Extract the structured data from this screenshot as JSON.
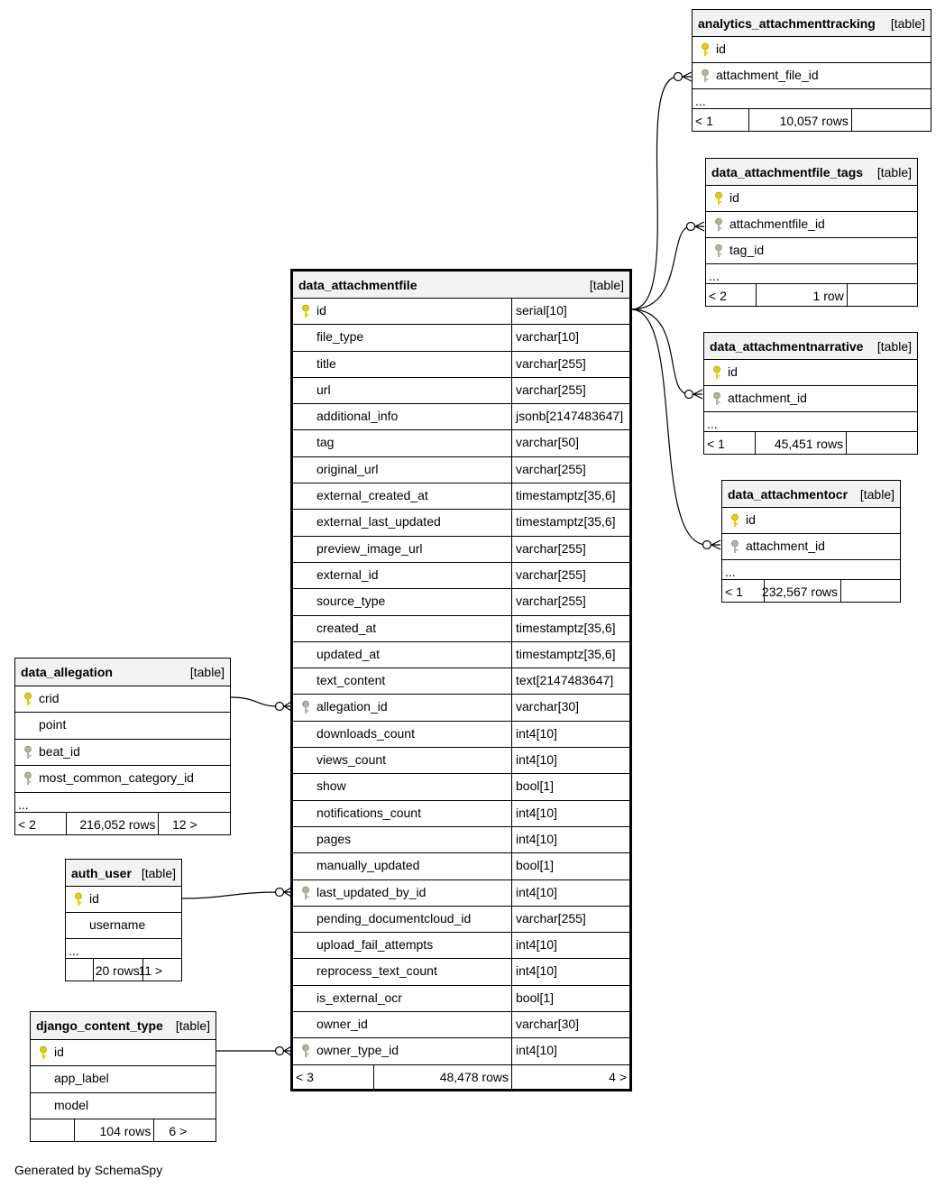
{
  "footer_text": "Generated by SchemaSpy",
  "key_colors": {
    "primary": "#e6cf00",
    "foreign": "#b0b0b0"
  },
  "main_table": {
    "name": "data_attachmentfile",
    "kind": "[table]",
    "columns": [
      {
        "name": "id",
        "type": "serial[10]",
        "key": "primary"
      },
      {
        "name": "file_type",
        "type": "varchar[10]",
        "key": ""
      },
      {
        "name": "title",
        "type": "varchar[255]",
        "key": ""
      },
      {
        "name": "url",
        "type": "varchar[255]",
        "key": ""
      },
      {
        "name": "additional_info",
        "type": "jsonb[2147483647]",
        "key": ""
      },
      {
        "name": "tag",
        "type": "varchar[50]",
        "key": ""
      },
      {
        "name": "original_url",
        "type": "varchar[255]",
        "key": ""
      },
      {
        "name": "external_created_at",
        "type": "timestamptz[35,6]",
        "key": ""
      },
      {
        "name": "external_last_updated",
        "type": "timestamptz[35,6]",
        "key": ""
      },
      {
        "name": "preview_image_url",
        "type": "varchar[255]",
        "key": ""
      },
      {
        "name": "external_id",
        "type": "varchar[255]",
        "key": ""
      },
      {
        "name": "source_type",
        "type": "varchar[255]",
        "key": ""
      },
      {
        "name": "created_at",
        "type": "timestamptz[35,6]",
        "key": ""
      },
      {
        "name": "updated_at",
        "type": "timestamptz[35,6]",
        "key": ""
      },
      {
        "name": "text_content",
        "type": "text[2147483647]",
        "key": ""
      },
      {
        "name": "allegation_id",
        "type": "varchar[30]",
        "key": "foreign"
      },
      {
        "name": "downloads_count",
        "type": "int4[10]",
        "key": ""
      },
      {
        "name": "views_count",
        "type": "int4[10]",
        "key": ""
      },
      {
        "name": "show",
        "type": "bool[1]",
        "key": ""
      },
      {
        "name": "notifications_count",
        "type": "int4[10]",
        "key": ""
      },
      {
        "name": "pages",
        "type": "int4[10]",
        "key": ""
      },
      {
        "name": "manually_updated",
        "type": "bool[1]",
        "key": ""
      },
      {
        "name": "last_updated_by_id",
        "type": "int4[10]",
        "key": "foreign"
      },
      {
        "name": "pending_documentcloud_id",
        "type": "varchar[255]",
        "key": ""
      },
      {
        "name": "upload_fail_attempts",
        "type": "int4[10]",
        "key": ""
      },
      {
        "name": "reprocess_text_count",
        "type": "int4[10]",
        "key": ""
      },
      {
        "name": "is_external_ocr",
        "type": "bool[1]",
        "key": ""
      },
      {
        "name": "owner_id",
        "type": "varchar[30]",
        "key": ""
      },
      {
        "name": "owner_type_id",
        "type": "int4[10]",
        "key": "foreign"
      }
    ],
    "footer": {
      "parents": "< 3",
      "rows": "48,478 rows",
      "children": "4 >"
    }
  },
  "tables": {
    "analytics": {
      "name": "analytics_attachmenttracking",
      "kind": "[table]",
      "columns": [
        {
          "name": "id",
          "key": "primary"
        },
        {
          "name": "attachment_file_id",
          "key": "foreign"
        }
      ],
      "ellipsis": "...",
      "footer": {
        "parents": "< 1",
        "rows": "10,057 rows",
        "children": ""
      }
    },
    "tags": {
      "name": "data_attachmentfile_tags",
      "kind": "[table]",
      "columns": [
        {
          "name": "id",
          "key": "primary"
        },
        {
          "name": "attachmentfile_id",
          "key": "foreign"
        },
        {
          "name": "tag_id",
          "key": "foreign"
        }
      ],
      "ellipsis": "...",
      "footer": {
        "parents": "< 2",
        "rows": "1 row",
        "children": ""
      }
    },
    "narrative": {
      "name": "data_attachmentnarrative",
      "kind": "[table]",
      "columns": [
        {
          "name": "id",
          "key": "primary"
        },
        {
          "name": "attachment_id",
          "key": "foreign"
        }
      ],
      "ellipsis": "...",
      "footer": {
        "parents": "< 1",
        "rows": "45,451 rows",
        "children": ""
      }
    },
    "ocr": {
      "name": "data_attachmentocr",
      "kind": "[table]",
      "columns": [
        {
          "name": "id",
          "key": "primary"
        },
        {
          "name": "attachment_id",
          "key": "foreign"
        }
      ],
      "ellipsis": "...",
      "footer": {
        "parents": "< 1",
        "rows": "232,567 rows",
        "children": ""
      }
    },
    "allegation": {
      "name": "data_allegation",
      "kind": "[table]",
      "columns": [
        {
          "name": "crid",
          "key": "primary"
        },
        {
          "name": "point",
          "key": ""
        },
        {
          "name": "beat_id",
          "key": "foreign"
        },
        {
          "name": "most_common_category_id",
          "key": "foreign"
        }
      ],
      "ellipsis": "...",
      "footer": {
        "parents": "< 2",
        "rows": "216,052 rows",
        "children": "12 >"
      }
    },
    "auth_user": {
      "name": "auth_user",
      "kind": "[table]",
      "columns": [
        {
          "name": "id",
          "key": "primary"
        },
        {
          "name": "username",
          "key": ""
        }
      ],
      "ellipsis": "...",
      "footer": {
        "parents": "",
        "rows": "20 rows",
        "children": "11 >"
      }
    },
    "content_type": {
      "name": "django_content_type",
      "kind": "[table]",
      "columns": [
        {
          "name": "id",
          "key": "primary"
        },
        {
          "name": "app_label",
          "key": ""
        },
        {
          "name": "model",
          "key": ""
        }
      ],
      "footer": {
        "parents": "",
        "rows": "104 rows",
        "children": "6 >"
      }
    }
  }
}
